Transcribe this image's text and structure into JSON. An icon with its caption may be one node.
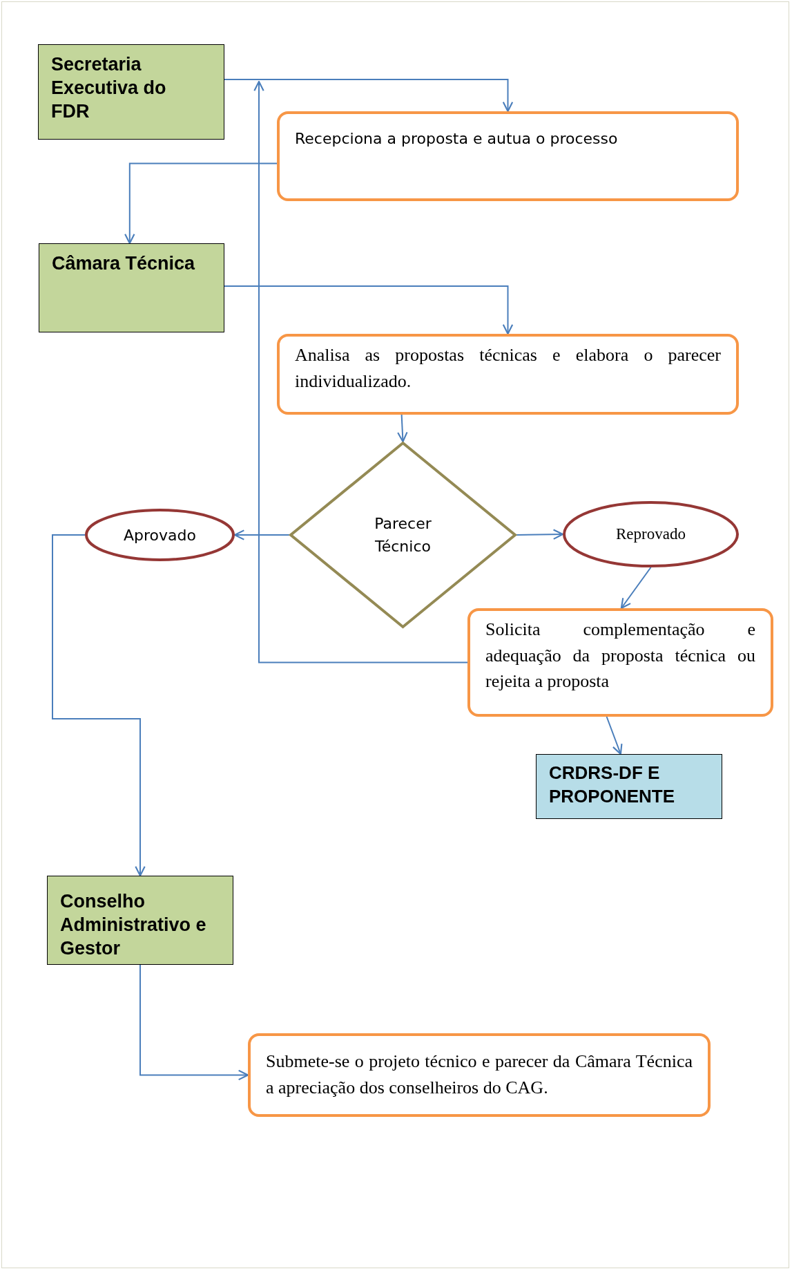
{
  "diagram": {
    "nodes": [
      {
        "text": [
          "Secretaria Executiva do FDR"
        ]
      },
      {
        "text": [
          "Recepciona a proposta e autua o processo"
        ]
      },
      {
        "text": [
          "Câmara Técnica"
        ]
      },
      {
        "text": [
          "Analisa as propostas técnicas e elabora o parecer individualizado."
        ]
      },
      {
        "text": [
          "Parecer Técnico"
        ]
      },
      {
        "text": [
          "Aprovado"
        ]
      },
      {
        "text": [
          "Reprovado"
        ]
      },
      {
        "text": [
          "Solicita complementação e adequação da proposta técnica ou rejeita a proposta"
        ]
      },
      {
        "text": [
          "CRDRS-DF E PROPONENTE"
        ]
      },
      {
        "text": [
          "Conselho Administrativo e Gestor"
        ]
      },
      {
        "text": [
          "Submete-se o projeto técnico e parecer da Câmara Técnica a apreciação dos conselheiros do CAG."
        ]
      }
    ],
    "edges": [
      {
        "from": 0,
        "to": 1,
        "arrow": "to"
      },
      {
        "from": 1,
        "to": 2,
        "arrow": "to"
      },
      {
        "from": 2,
        "to": 3,
        "arrow": "to"
      },
      {
        "from": 3,
        "to": 4,
        "arrow": "to"
      },
      {
        "from": 4,
        "to": 5,
        "arrow": "to"
      },
      {
        "from": 4,
        "to": 6,
        "arrow": "to"
      },
      {
        "from": 6,
        "to": 7,
        "arrow": "to"
      },
      {
        "from": 7,
        "to": null,
        "arrow": "to"
      },
      {
        "from": 7,
        "to": 8,
        "arrow": "to"
      },
      {
        "from": 5,
        "to": 9,
        "arrow": "to"
      },
      {
        "from": 9,
        "to": 10,
        "arrow": "to"
      }
    ]
  }
}
